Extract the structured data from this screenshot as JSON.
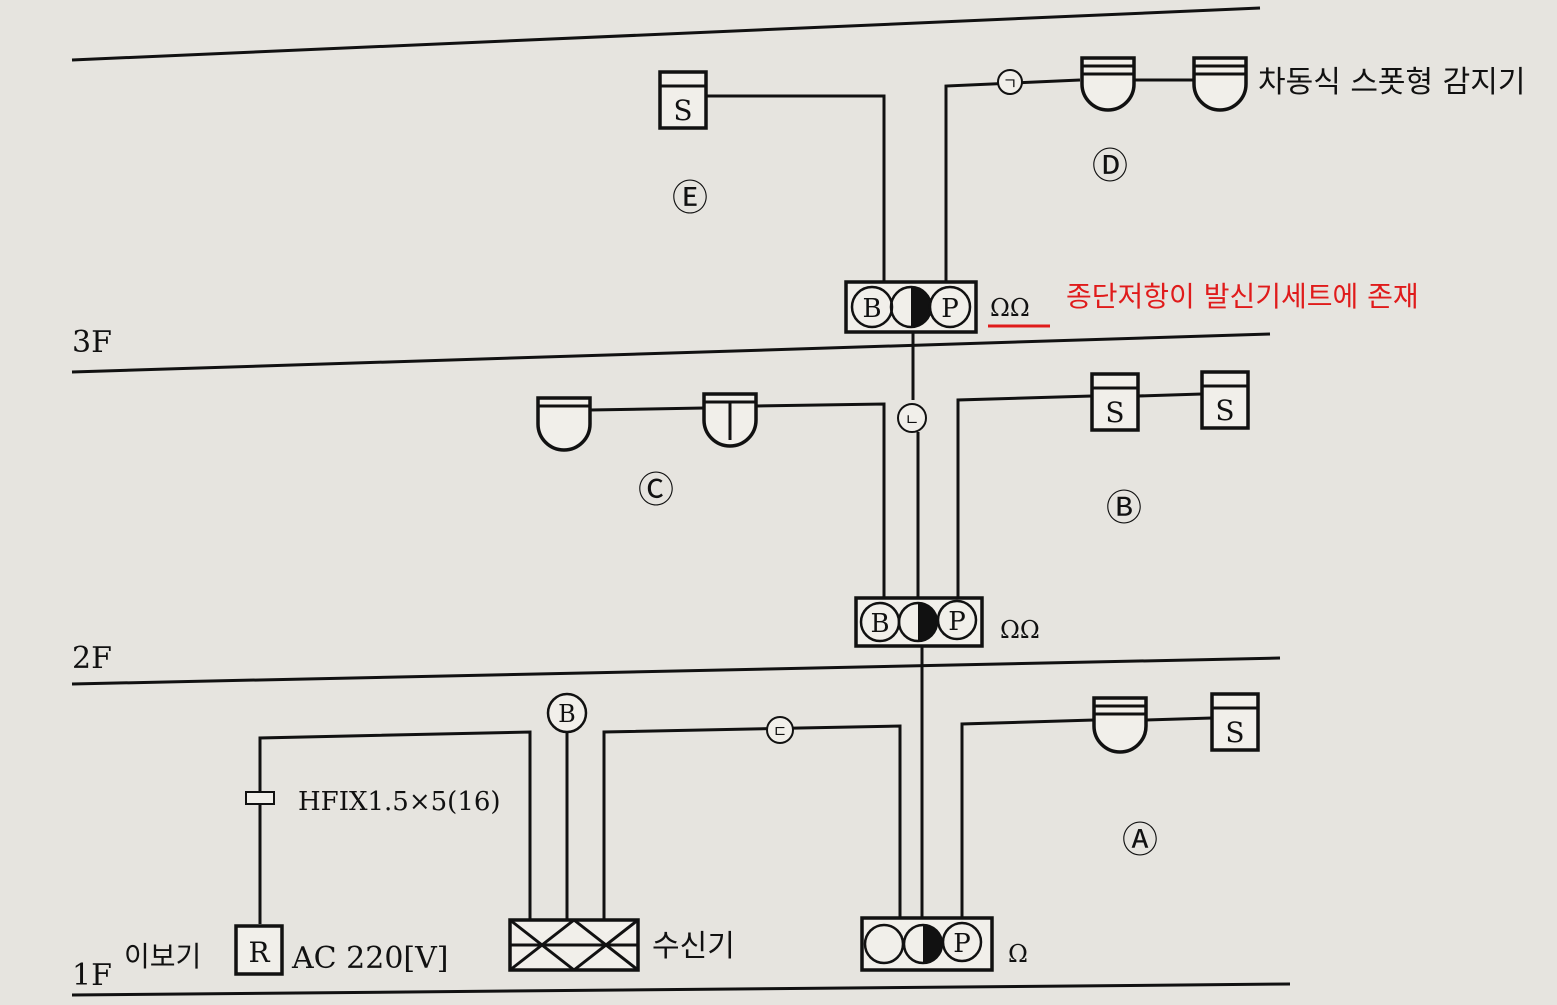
{
  "floors": {
    "f3": "3F",
    "f2": "2F",
    "f1": "1F"
  },
  "zones": {
    "A": "Ⓐ",
    "B": "Ⓑ",
    "C": "Ⓒ",
    "D": "Ⓓ",
    "E": "Ⓔ"
  },
  "wire_marks": {
    "giyeok": "ㄱ",
    "nieun": "ㄴ",
    "digeut": "ㄷ"
  },
  "riser_mark": "B",
  "symbols": {
    "smoke": "S",
    "bell": "B",
    "pushbutton": "P",
    "repeater": "R"
  },
  "labels": {
    "spot_detector": "차동식 스폿형 감지기",
    "eol_note": "종단저항이 발신기세트에 존재",
    "resistor_3f": "ΩΩ",
    "resistor_2f": "ΩΩ",
    "resistor_1f": "Ω",
    "wire_spec": "HFIX1.5×5(16)",
    "receiver": "수신기",
    "repeater_name": "이보기",
    "power": "AC 220[V]"
  },
  "colors": {
    "annotation": "#e01b1b",
    "line": "#111111",
    "paper": "#e6e4df"
  }
}
